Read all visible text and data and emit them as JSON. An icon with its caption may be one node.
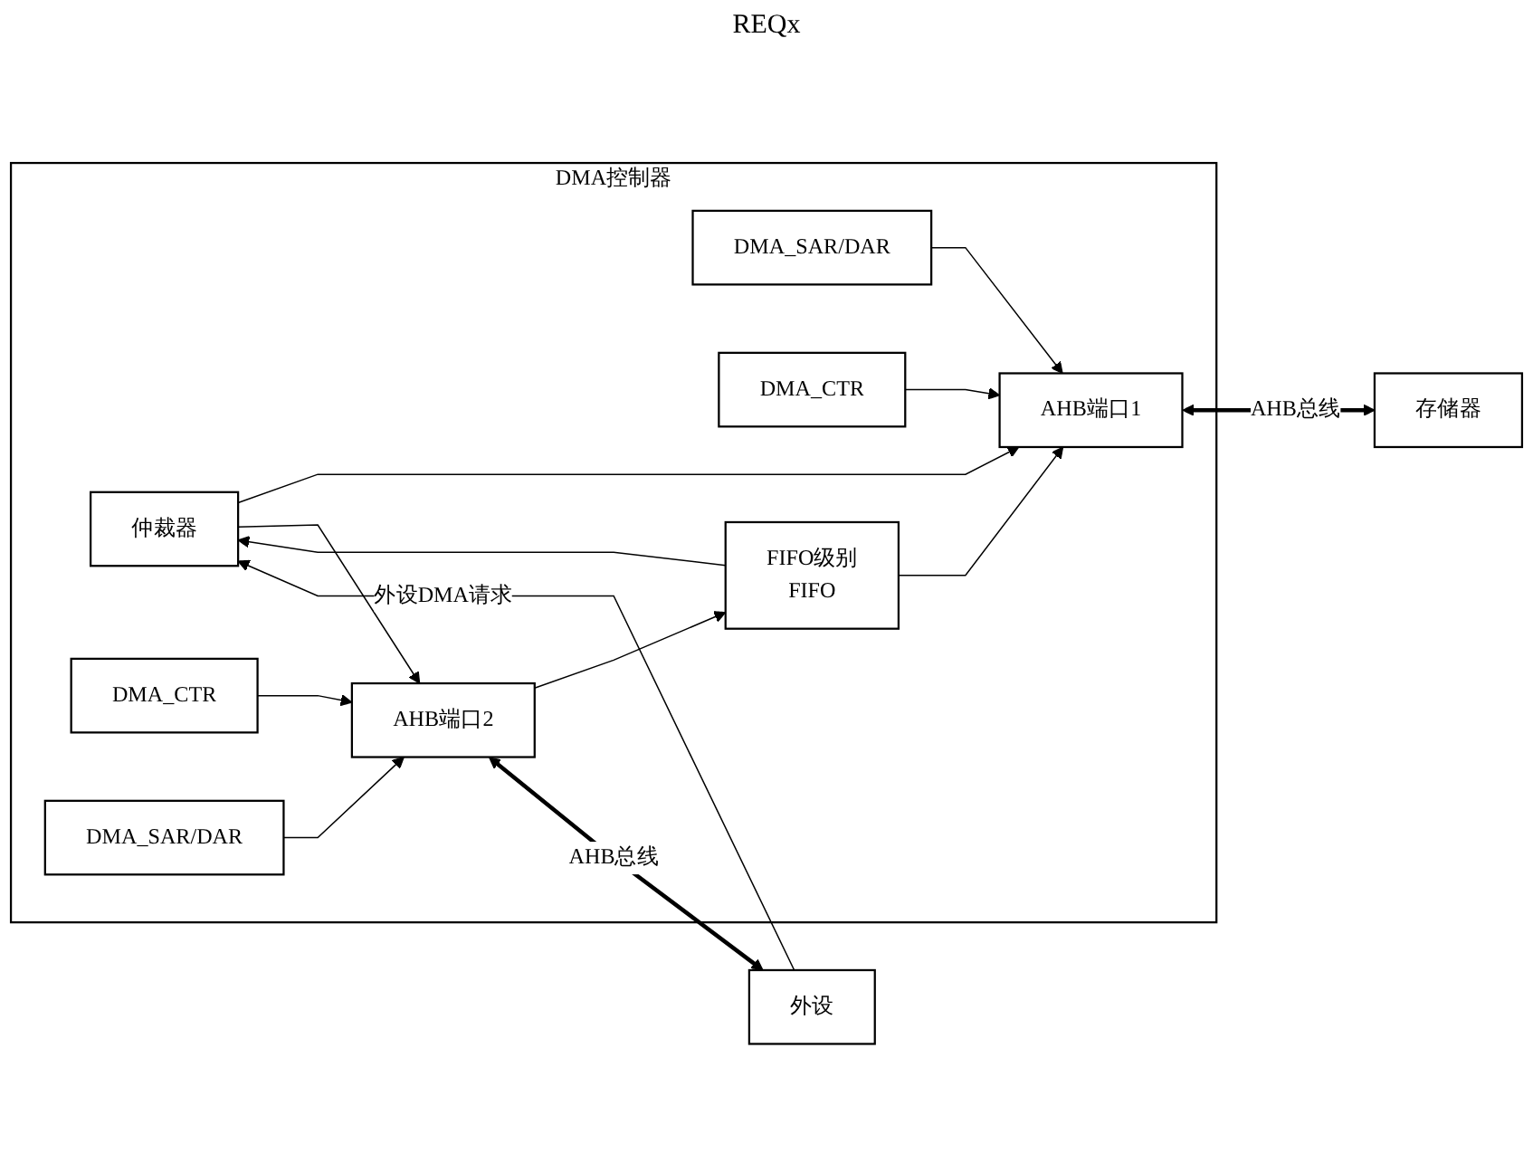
{
  "diagram": {
    "nodes": [
      {
        "text": [
          "DMA控制器"
        ]
      },
      {
        "text": [
          "DMA_SAR/DAR"
        ],
        "in": 0
      },
      {
        "text": [
          "DMA_CTR"
        ],
        "in": 0
      },
      {
        "text": [
          "AHB端口1"
        ],
        "in": 0
      },
      {
        "text": [
          "仲裁器"
        ],
        "in": 0
      },
      {
        "text": [
          "FIFO级别",
          "FIFO"
        ],
        "in": 0
      },
      {
        "text": [
          "AHB端口2"
        ],
        "in": 0
      },
      {
        "text": [
          "DMA_CTR"
        ],
        "in": 0
      },
      {
        "text": [
          "DMA_SAR/DAR"
        ],
        "in": 0
      },
      {
        "text": [
          "存储器"
        ]
      },
      {
        "text": [
          "外设"
        ]
      }
    ],
    "edges": [
      {
        "from": 1,
        "to": 3,
        "arrow": "to"
      },
      {
        "from": 2,
        "to": 3,
        "arrow": "to"
      },
      {
        "from": 4,
        "to": 3,
        "arrow": "to"
      },
      {
        "from": 5,
        "to": 3,
        "arrow": "to"
      },
      {
        "from": 5,
        "to": 4,
        "arrow": "to"
      },
      {
        "from": 6,
        "to": 5,
        "arrow": "to"
      },
      {
        "from": 4,
        "to": 6,
        "arrow": "to"
      },
      {
        "from": 7,
        "to": 6,
        "arrow": "to"
      },
      {
        "from": 8,
        "to": 6,
        "arrow": "to"
      },
      {
        "from": 3,
        "to": 9,
        "arrow": "both",
        "label": "AHB总线",
        "style": "thick"
      },
      {
        "from": 6,
        "to": 10,
        "arrow": "both",
        "label": "AHB总线",
        "style": "thick"
      },
      {
        "from": 10,
        "to": 4,
        "arrow": "to",
        "label": "外设DMA请求"
      }
    ],
    "labels": [
      "REQx"
    ]
  }
}
